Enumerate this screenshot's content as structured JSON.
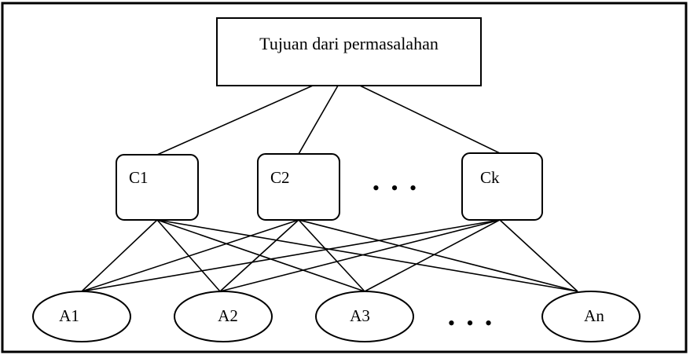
{
  "goal": {
    "label": "Tujuan dari permasalahan"
  },
  "criteria": [
    {
      "id": "c1",
      "label": "C1"
    },
    {
      "id": "c2",
      "label": "C2"
    },
    {
      "id": "ck",
      "label": "Ck"
    }
  ],
  "criteria_ellipsis": "• • •",
  "alternatives": [
    {
      "id": "a1",
      "label": "A1"
    },
    {
      "id": "a2",
      "label": "A2"
    },
    {
      "id": "a3",
      "label": "A3"
    },
    {
      "id": "an",
      "label": "An"
    }
  ],
  "alternatives_ellipsis": "• • •",
  "edges": [
    [
      "goal",
      "c1"
    ],
    [
      "goal",
      "c2"
    ],
    [
      "goal",
      "ck"
    ],
    [
      "c1",
      "a1"
    ],
    [
      "c1",
      "a2"
    ],
    [
      "c1",
      "a3"
    ],
    [
      "c1",
      "an"
    ],
    [
      "c2",
      "a1"
    ],
    [
      "c2",
      "a2"
    ],
    [
      "c2",
      "a3"
    ],
    [
      "c2",
      "an"
    ],
    [
      "ck",
      "a1"
    ],
    [
      "ck",
      "a2"
    ],
    [
      "ck",
      "a3"
    ],
    [
      "ck",
      "an"
    ]
  ]
}
